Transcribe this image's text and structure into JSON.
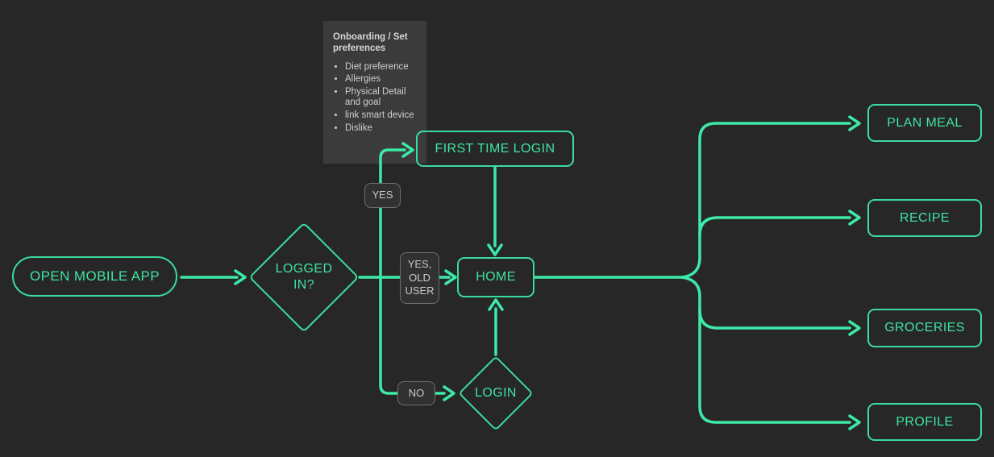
{
  "colors": {
    "canvas_bg": "#272727",
    "connector": "#3ce9a7",
    "shape_stroke": "#3adc9e",
    "node_text": "#3fe3a4",
    "note_bg": "#3b3b3b",
    "note_text": "#cfcfcf",
    "chip_bg": "#313131",
    "chip_border": "#6e6e6e",
    "chip_text": "#c9c9c9"
  },
  "note": {
    "title": "Onboarding / Set preferences",
    "bullets": [
      "Diet preference",
      "Allergies",
      "Physical Detail and goal",
      "link smart device",
      "Dislike"
    ]
  },
  "nodes": {
    "open_app": {
      "label": "OPEN MOBILE APP"
    },
    "logged_in": {
      "label": "LOGGED IN?"
    },
    "first_time_login": {
      "label": "FIRST TIME LOGIN"
    },
    "home": {
      "label": "HOME"
    },
    "login": {
      "label": "LOGIN"
    },
    "plan_meal": {
      "label": "PLAN MEAL"
    },
    "recipe": {
      "label": "RECIPE"
    },
    "groceries": {
      "label": "GROCERIES"
    },
    "profile": {
      "label": "PROFILE"
    }
  },
  "edge_labels": {
    "yes": "YES",
    "yes_old_user": "YES, OLD USER",
    "no": "NO"
  }
}
